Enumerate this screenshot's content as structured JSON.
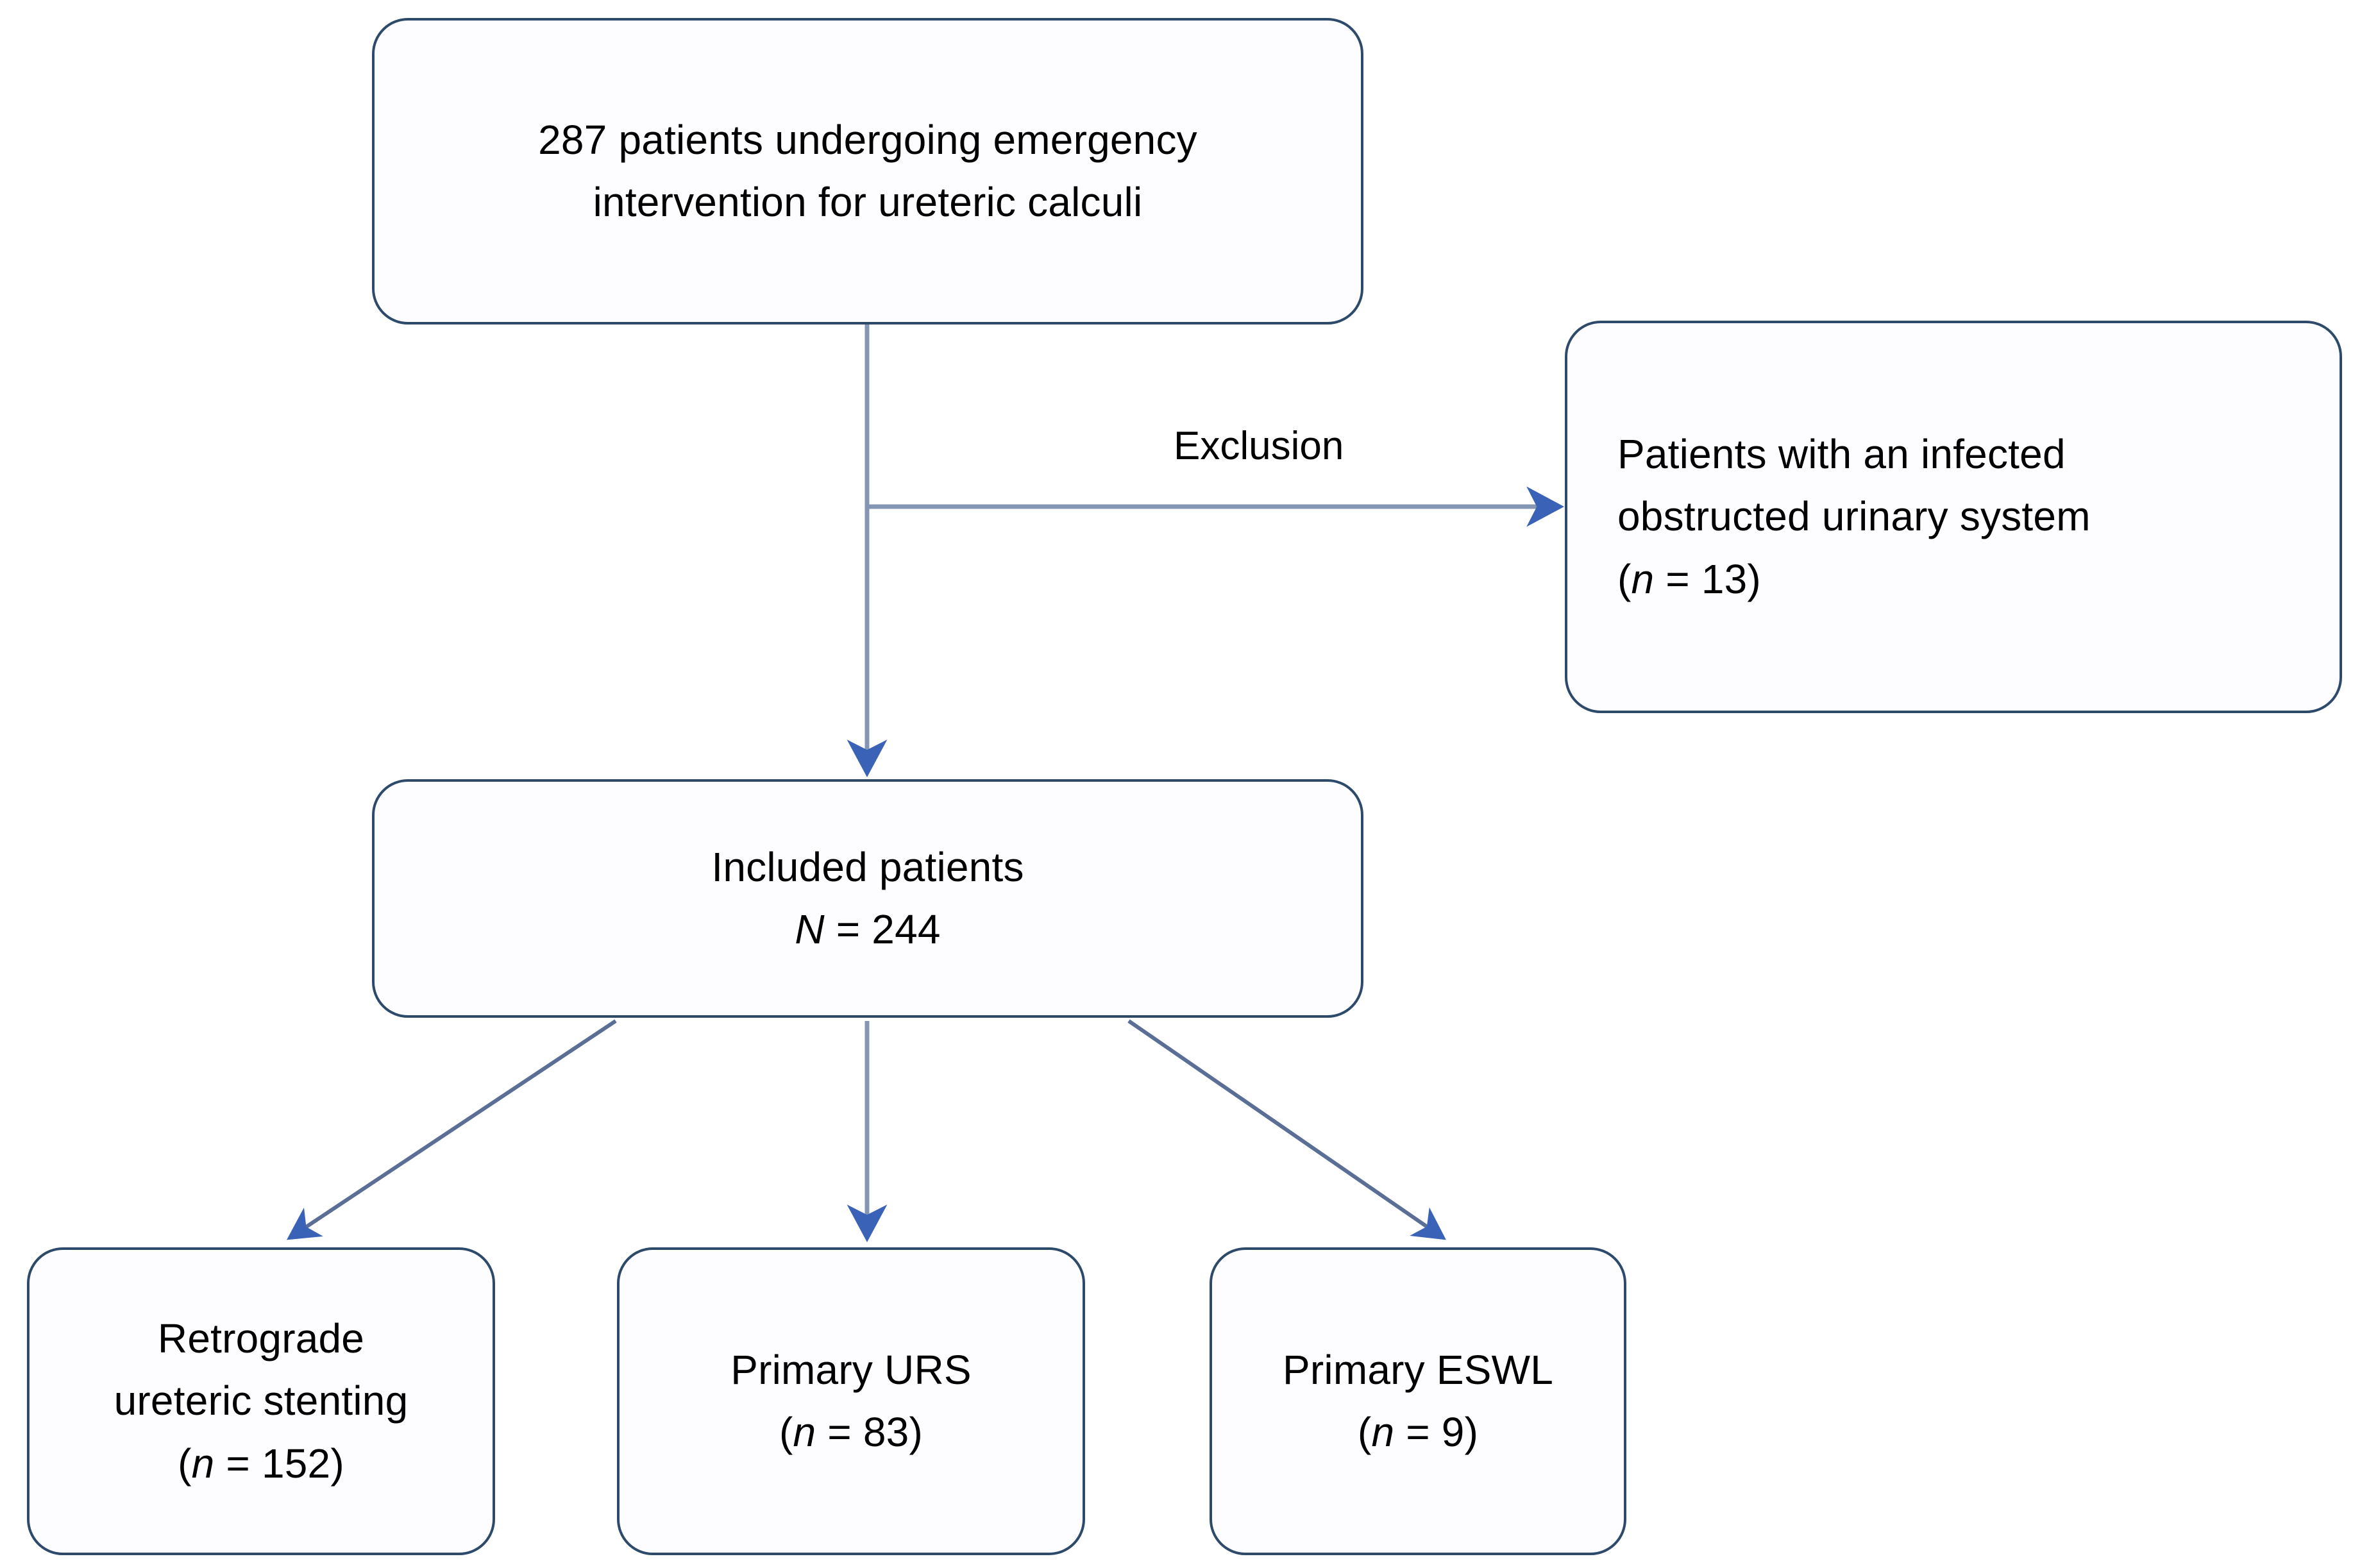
{
  "figure": {
    "type": "flowchart",
    "description": "Patient selection flow diagram for emergency intervention for ureteric calculi",
    "accent_line_color": "#8596b4",
    "arrowhead_color": "#3a63b8",
    "box_border_color": "#2e4a6b",
    "box_fill_color": "#fdfdff",
    "text_color": "#000000"
  },
  "nodes": {
    "enrolled": {
      "line1": "287 patients undergoing emergency",
      "line2": "intervention for ureteric calculi"
    },
    "excluded": {
      "line1": "Patients with an infected",
      "line2": "obstructed urinary system",
      "n_open": "(",
      "n_symbol": "n",
      "n_value": " = 13)"
    },
    "included": {
      "line1": "Included patients",
      "n_symbol": "N",
      "n_value": " = 244"
    },
    "arm_stenting": {
      "line1": "Retrograde",
      "line2": "ureteric stenting",
      "n_open": "(",
      "n_symbol": "n",
      "n_value": " = 152)"
    },
    "arm_urs": {
      "line1": "Primary URS",
      "n_open": "(",
      "n_symbol": "n",
      "n_value": " = 83)"
    },
    "arm_eswl": {
      "line1": "Primary ESWL",
      "n_open": "(",
      "n_symbol": "n",
      "n_value": " = 9)"
    }
  },
  "edges": {
    "exclusion_label": "Exclusion"
  },
  "chart_data": {
    "type": "flowchart",
    "title": "Patient selection flow diagram",
    "nodes": [
      {
        "id": "enrolled",
        "label": "287 patients undergoing emergency intervention for ureteric calculi",
        "value": 287
      },
      {
        "id": "excluded",
        "label": "Patients with an infected obstructed urinary system (n = 13)",
        "value": 13
      },
      {
        "id": "included",
        "label": "Included patients N = 244",
        "value": 244
      },
      {
        "id": "arm_stenting",
        "label": "Retrograde ureteric stenting (n = 152)",
        "value": 152
      },
      {
        "id": "arm_urs",
        "label": "Primary URS (n = 83)",
        "value": 83
      },
      {
        "id": "arm_eswl",
        "label": "Primary ESWL (n = 9)",
        "value": 9
      }
    ],
    "edges": [
      {
        "from": "enrolled",
        "to": "excluded",
        "label": "Exclusion"
      },
      {
        "from": "enrolled",
        "to": "included",
        "label": ""
      },
      {
        "from": "included",
        "to": "arm_stenting",
        "label": ""
      },
      {
        "from": "included",
        "to": "arm_urs",
        "label": ""
      },
      {
        "from": "included",
        "to": "arm_eswl",
        "label": ""
      }
    ]
  }
}
